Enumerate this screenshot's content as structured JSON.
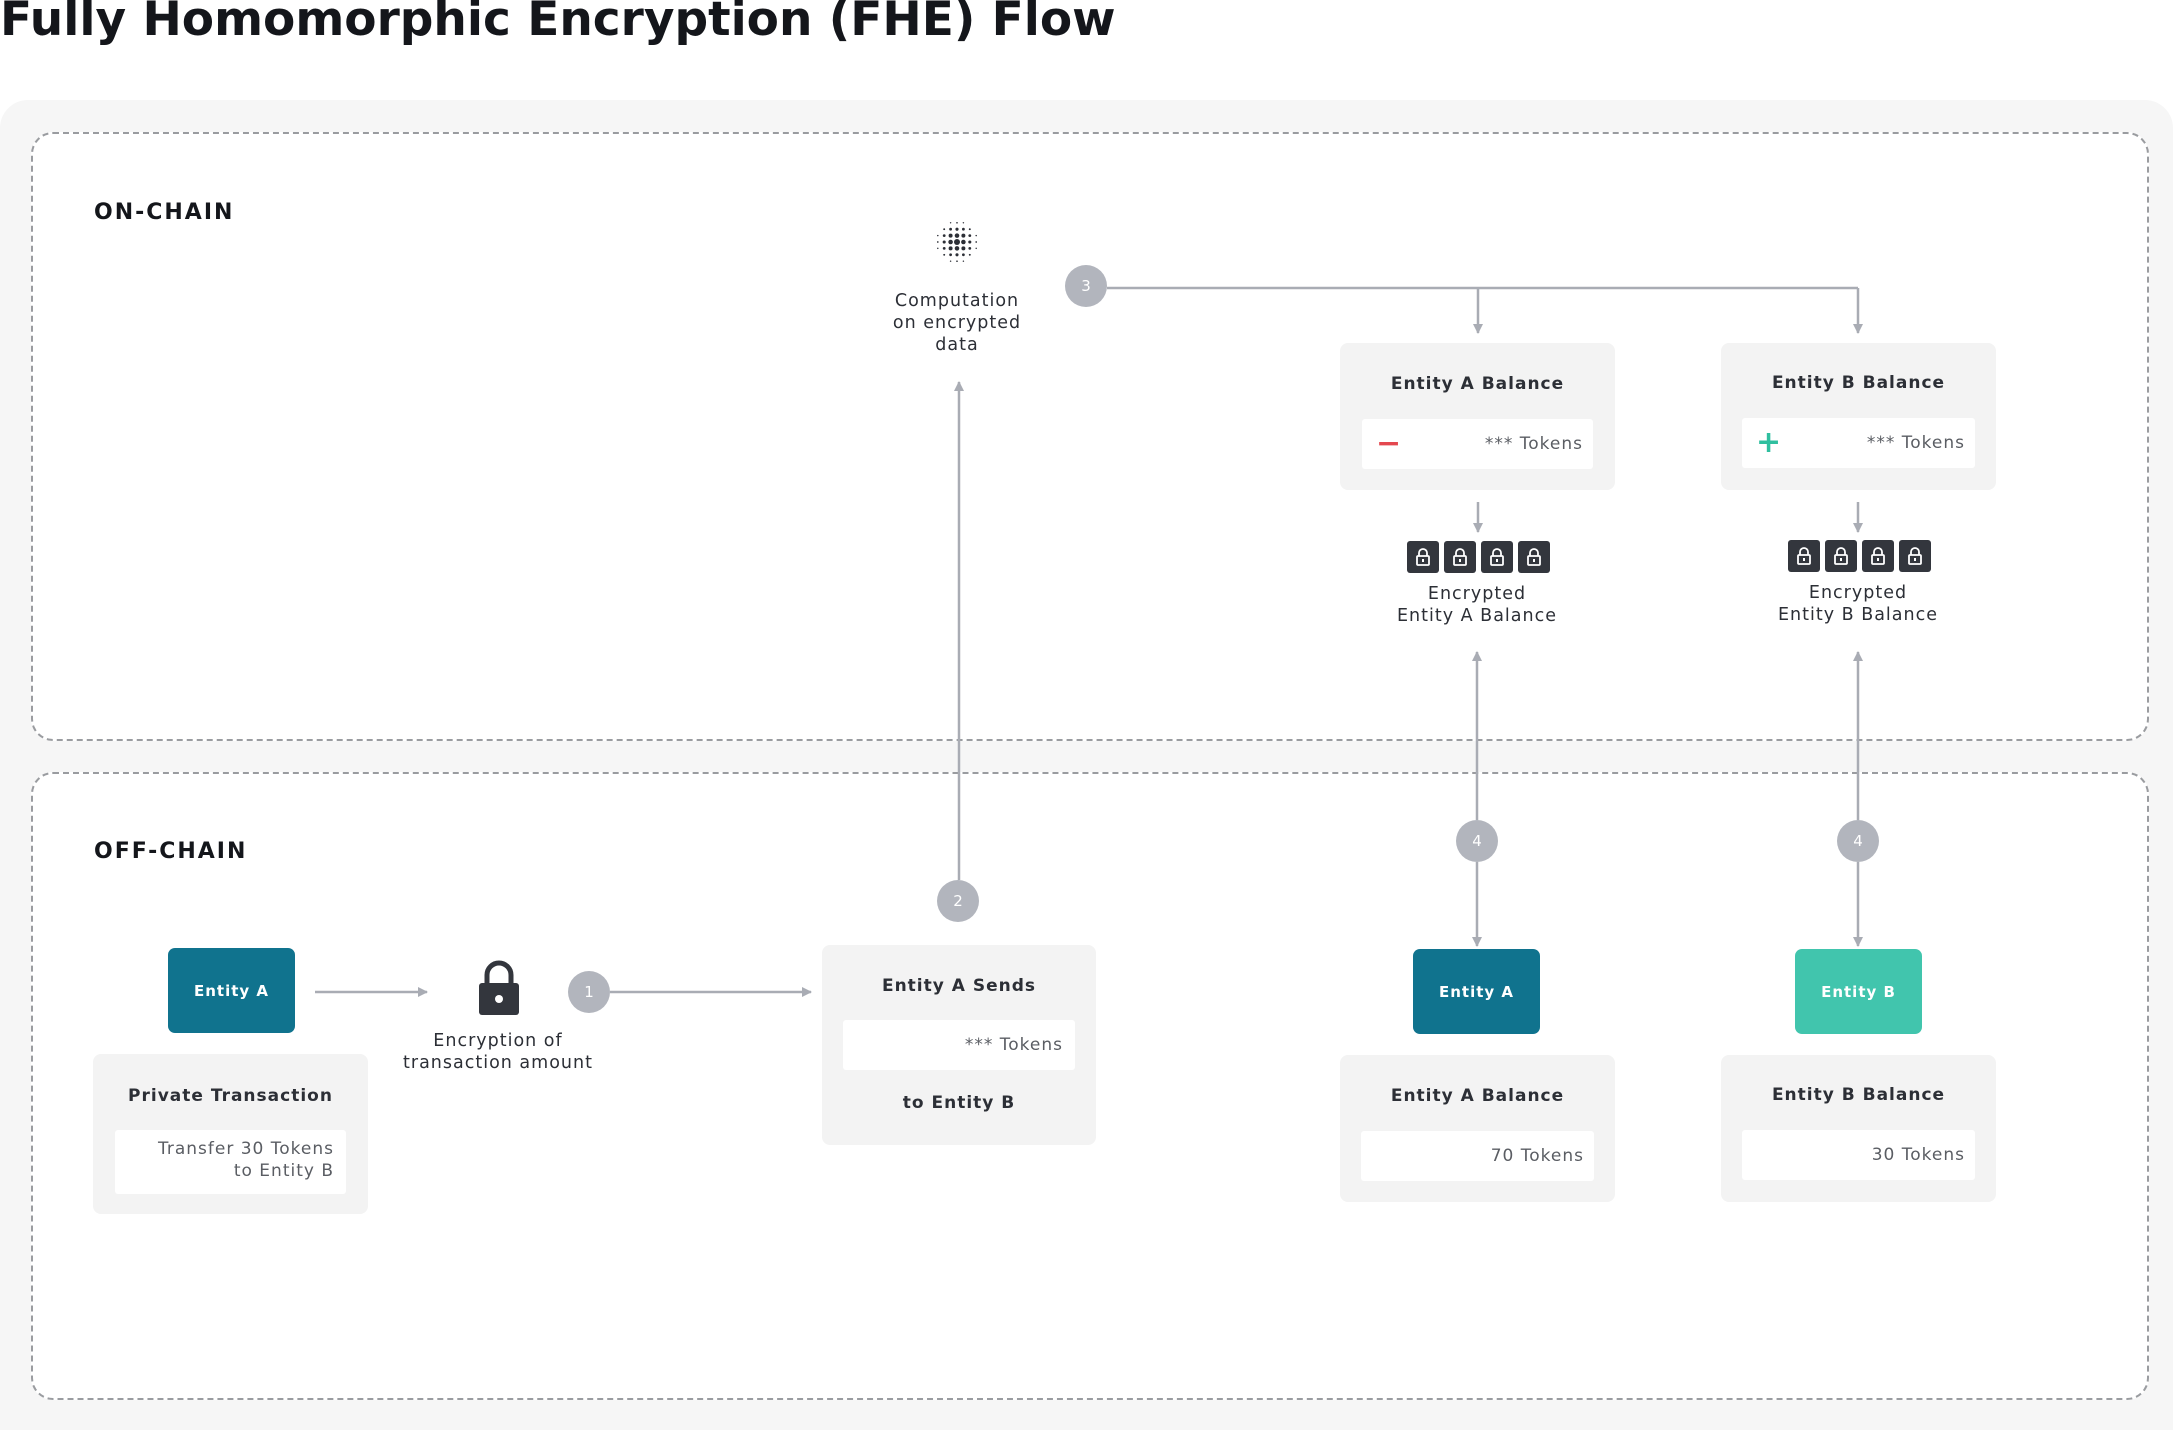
{
  "title": "Fully Homomorphic Encryption (FHE) Flow",
  "zones": {
    "on_chain_label": "ON-CHAIN",
    "off_chain_label": "OFF-CHAIN"
  },
  "colors": {
    "entity_a": "#10738e",
    "entity_b": "#41c5ad",
    "minus_sign": "#e4484f",
    "plus_sign": "#2fbf9f",
    "connector": "#a9acb4",
    "step_badge": "#b2b5bd",
    "lock_dark": "#33363d"
  },
  "icons": {
    "computation": "dot-grid-icon",
    "encryption": "padlock-icon",
    "encrypted_balance": "lock-icon"
  },
  "steps": [
    "1",
    "2",
    "3",
    "4",
    "4"
  ],
  "off_chain": {
    "entity_a_label": "Entity A",
    "private_transaction": {
      "title": "Private Transaction",
      "line1": "Transfer 30 Tokens",
      "line2": "to Entity B"
    },
    "encryption_caption": {
      "line1": "Encryption of",
      "line2": "transaction amount"
    },
    "sends_card": {
      "title": "Entity A Sends",
      "value": "*** Tokens",
      "footer": "to Entity B"
    },
    "entity_a_result": {
      "label": "Entity A",
      "title": "Entity A Balance",
      "value": "70 Tokens"
    },
    "entity_b_result": {
      "label": "Entity B",
      "title": "Entity B Balance",
      "value": "30 Tokens"
    }
  },
  "on_chain": {
    "computation_caption": {
      "line1": "Computation",
      "line2": "on encrypted",
      "line3": "data"
    },
    "entity_a_balance": {
      "title": "Entity A Balance",
      "sign": "−",
      "value": "*** Tokens",
      "encrypted_line1": "Encrypted",
      "encrypted_line2": "Entity A Balance"
    },
    "entity_b_balance": {
      "title": "Entity B Balance",
      "sign": "+",
      "value": "*** Tokens",
      "encrypted_line1": "Encrypted",
      "encrypted_line2": "Entity B Balance"
    }
  }
}
